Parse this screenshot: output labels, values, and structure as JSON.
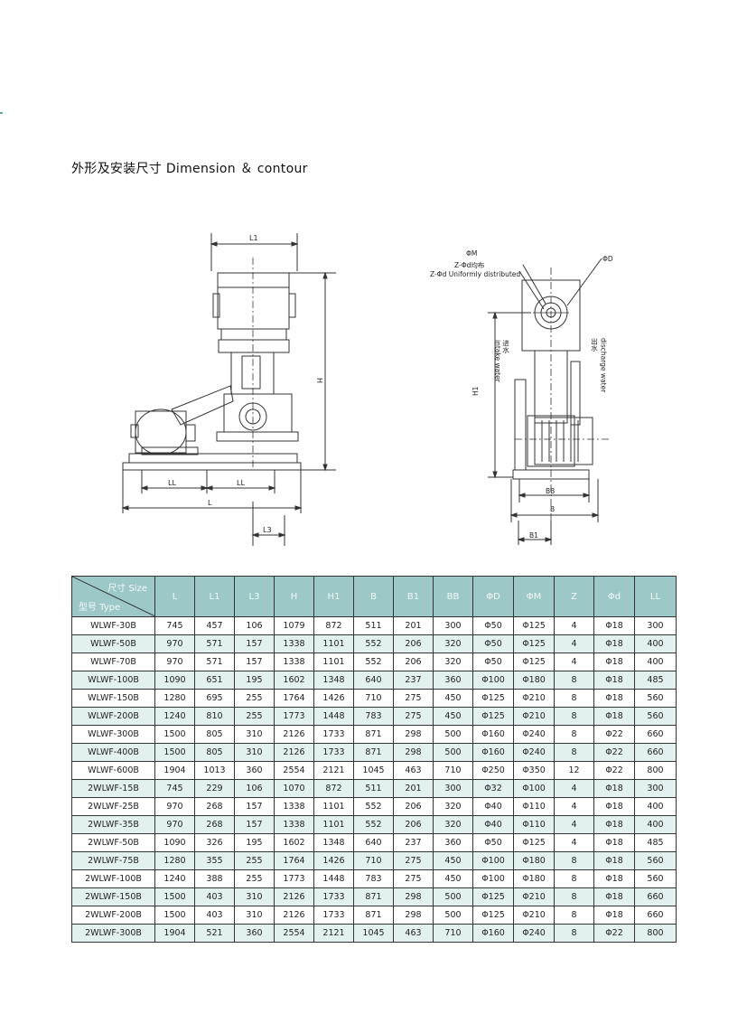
{
  "title": "外形及安装尺寸 Dimension ＆ contour",
  "drawing": {
    "left_labels": {
      "l1": "L1",
      "h": "H",
      "ll_left": "LL",
      "ll_right": "LL",
      "l": "L",
      "l3": "L3"
    },
    "right_labels": {
      "phi_m": "ΦM",
      "z_phi_d_cn": "Z-Φd均布",
      "z_phi_d_en": "Z-Φd Uniformly distributed",
      "phi_d": "ΦD",
      "intake_cn": "进水",
      "intake_en": "intake water",
      "discharge_cn": "出水",
      "discharge_en": "discharge water",
      "h1": "H1",
      "bb": "BB",
      "b": "B",
      "b1": "B1"
    }
  },
  "table": {
    "corner_top": "尺寸 Size",
    "corner_bottom": "型号 Type",
    "columns": [
      "L",
      "L1",
      "L3",
      "H",
      "H1",
      "B",
      "B1",
      "BB",
      "ΦD",
      "ΦM",
      "Z",
      "Φd",
      "LL"
    ],
    "rows": [
      [
        "WLWF-30B",
        "745",
        "457",
        "106",
        "1079",
        "872",
        "511",
        "201",
        "300",
        "Φ50",
        "Φ125",
        "4",
        "Φ18",
        "300"
      ],
      [
        "WLWF-50B",
        "970",
        "571",
        "157",
        "1338",
        "1101",
        "552",
        "206",
        "320",
        "Φ50",
        "Φ125",
        "4",
        "Φ18",
        "400"
      ],
      [
        "WLWF-70B",
        "970",
        "571",
        "157",
        "1338",
        "1101",
        "552",
        "206",
        "320",
        "Φ50",
        "Φ125",
        "4",
        "Φ18",
        "400"
      ],
      [
        "WLWF-100B",
        "1090",
        "651",
        "195",
        "1602",
        "1348",
        "640",
        "237",
        "360",
        "Φ100",
        "Φ180",
        "8",
        "Φ18",
        "485"
      ],
      [
        "WLWF-150B",
        "1280",
        "695",
        "255",
        "1764",
        "1426",
        "710",
        "275",
        "450",
        "Φ125",
        "Φ210",
        "8",
        "Φ18",
        "560"
      ],
      [
        "WLWF-200B",
        "1240",
        "810",
        "255",
        "1773",
        "1448",
        "783",
        "275",
        "450",
        "Φ125",
        "Φ210",
        "8",
        "Φ18",
        "560"
      ],
      [
        "WLWF-300B",
        "1500",
        "805",
        "310",
        "2126",
        "1733",
        "871",
        "298",
        "500",
        "Φ160",
        "Φ240",
        "8",
        "Φ22",
        "660"
      ],
      [
        "WLWF-400B",
        "1500",
        "805",
        "310",
        "2126",
        "1733",
        "871",
        "298",
        "500",
        "Φ160",
        "Φ240",
        "8",
        "Φ22",
        "660"
      ],
      [
        "WLWF-600B",
        "1904",
        "1013",
        "360",
        "2554",
        "2121",
        "1045",
        "463",
        "710",
        "Φ250",
        "Φ350",
        "12",
        "Φ22",
        "800"
      ],
      [
        "2WLWF-15B",
        "745",
        "229",
        "106",
        "1070",
        "872",
        "511",
        "201",
        "300",
        "Φ32",
        "Φ100",
        "4",
        "Φ18",
        "300"
      ],
      [
        "2WLWF-25B",
        "970",
        "268",
        "157",
        "1338",
        "1101",
        "552",
        "206",
        "320",
        "Φ40",
        "Φ110",
        "4",
        "Φ18",
        "400"
      ],
      [
        "2WLWF-35B",
        "970",
        "268",
        "157",
        "1338",
        "1101",
        "552",
        "206",
        "320",
        "Φ40",
        "Φ110",
        "4",
        "Φ18",
        "400"
      ],
      [
        "2WLWF-50B",
        "1090",
        "326",
        "195",
        "1602",
        "1348",
        "640",
        "237",
        "360",
        "Φ50",
        "Φ125",
        "4",
        "Φ18",
        "485"
      ],
      [
        "2WLWF-75B",
        "1280",
        "355",
        "255",
        "1764",
        "1426",
        "710",
        "275",
        "450",
        "Φ100",
        "Φ180",
        "8",
        "Φ18",
        "560"
      ],
      [
        "2WLWF-100B",
        "1240",
        "388",
        "255",
        "1773",
        "1448",
        "783",
        "275",
        "450",
        "Φ100",
        "Φ180",
        "8",
        "Φ18",
        "560"
      ],
      [
        "2WLWF-150B",
        "1500",
        "403",
        "310",
        "2126",
        "1733",
        "871",
        "298",
        "500",
        "Φ125",
        "Φ210",
        "8",
        "Φ18",
        "660"
      ],
      [
        "2WLWF-200B",
        "1500",
        "403",
        "310",
        "2126",
        "1733",
        "871",
        "298",
        "500",
        "Φ125",
        "Φ210",
        "8",
        "Φ18",
        "660"
      ],
      [
        "2WLWF-300B",
        "1904",
        "521",
        "360",
        "2554",
        "2121",
        "1045",
        "463",
        "710",
        "Φ160",
        "Φ240",
        "8",
        "Φ22",
        "800"
      ]
    ]
  }
}
